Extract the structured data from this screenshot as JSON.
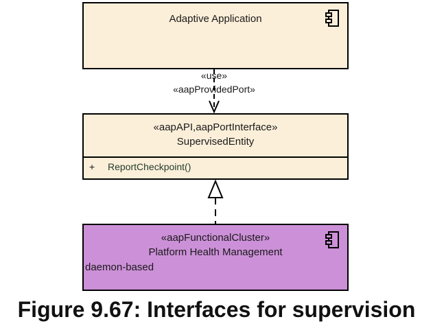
{
  "adaptive_application": {
    "name": "Adaptive Application"
  },
  "dependency": {
    "use_stereotype": "«use»",
    "port_stereotype": "«aapProvidedPort»"
  },
  "interface": {
    "stereotype": "«aapAPI,aapPortInterface»",
    "name": "SupervisedEntity",
    "operations": [
      {
        "visibility": "+",
        "name": "ReportCheckpoint()"
      }
    ]
  },
  "platform_health_management": {
    "stereotype": "«aapFunctionalCluster»",
    "name": "Platform Health Management",
    "property": "daemon-based"
  },
  "caption": "Figure 9.67: Interfaces for supervision",
  "colors": {
    "component_fill": "#fcefd9",
    "functional_cluster_fill": "#cc90d8",
    "border": "#000000"
  },
  "icons": {
    "component": "uml-component-icon"
  }
}
